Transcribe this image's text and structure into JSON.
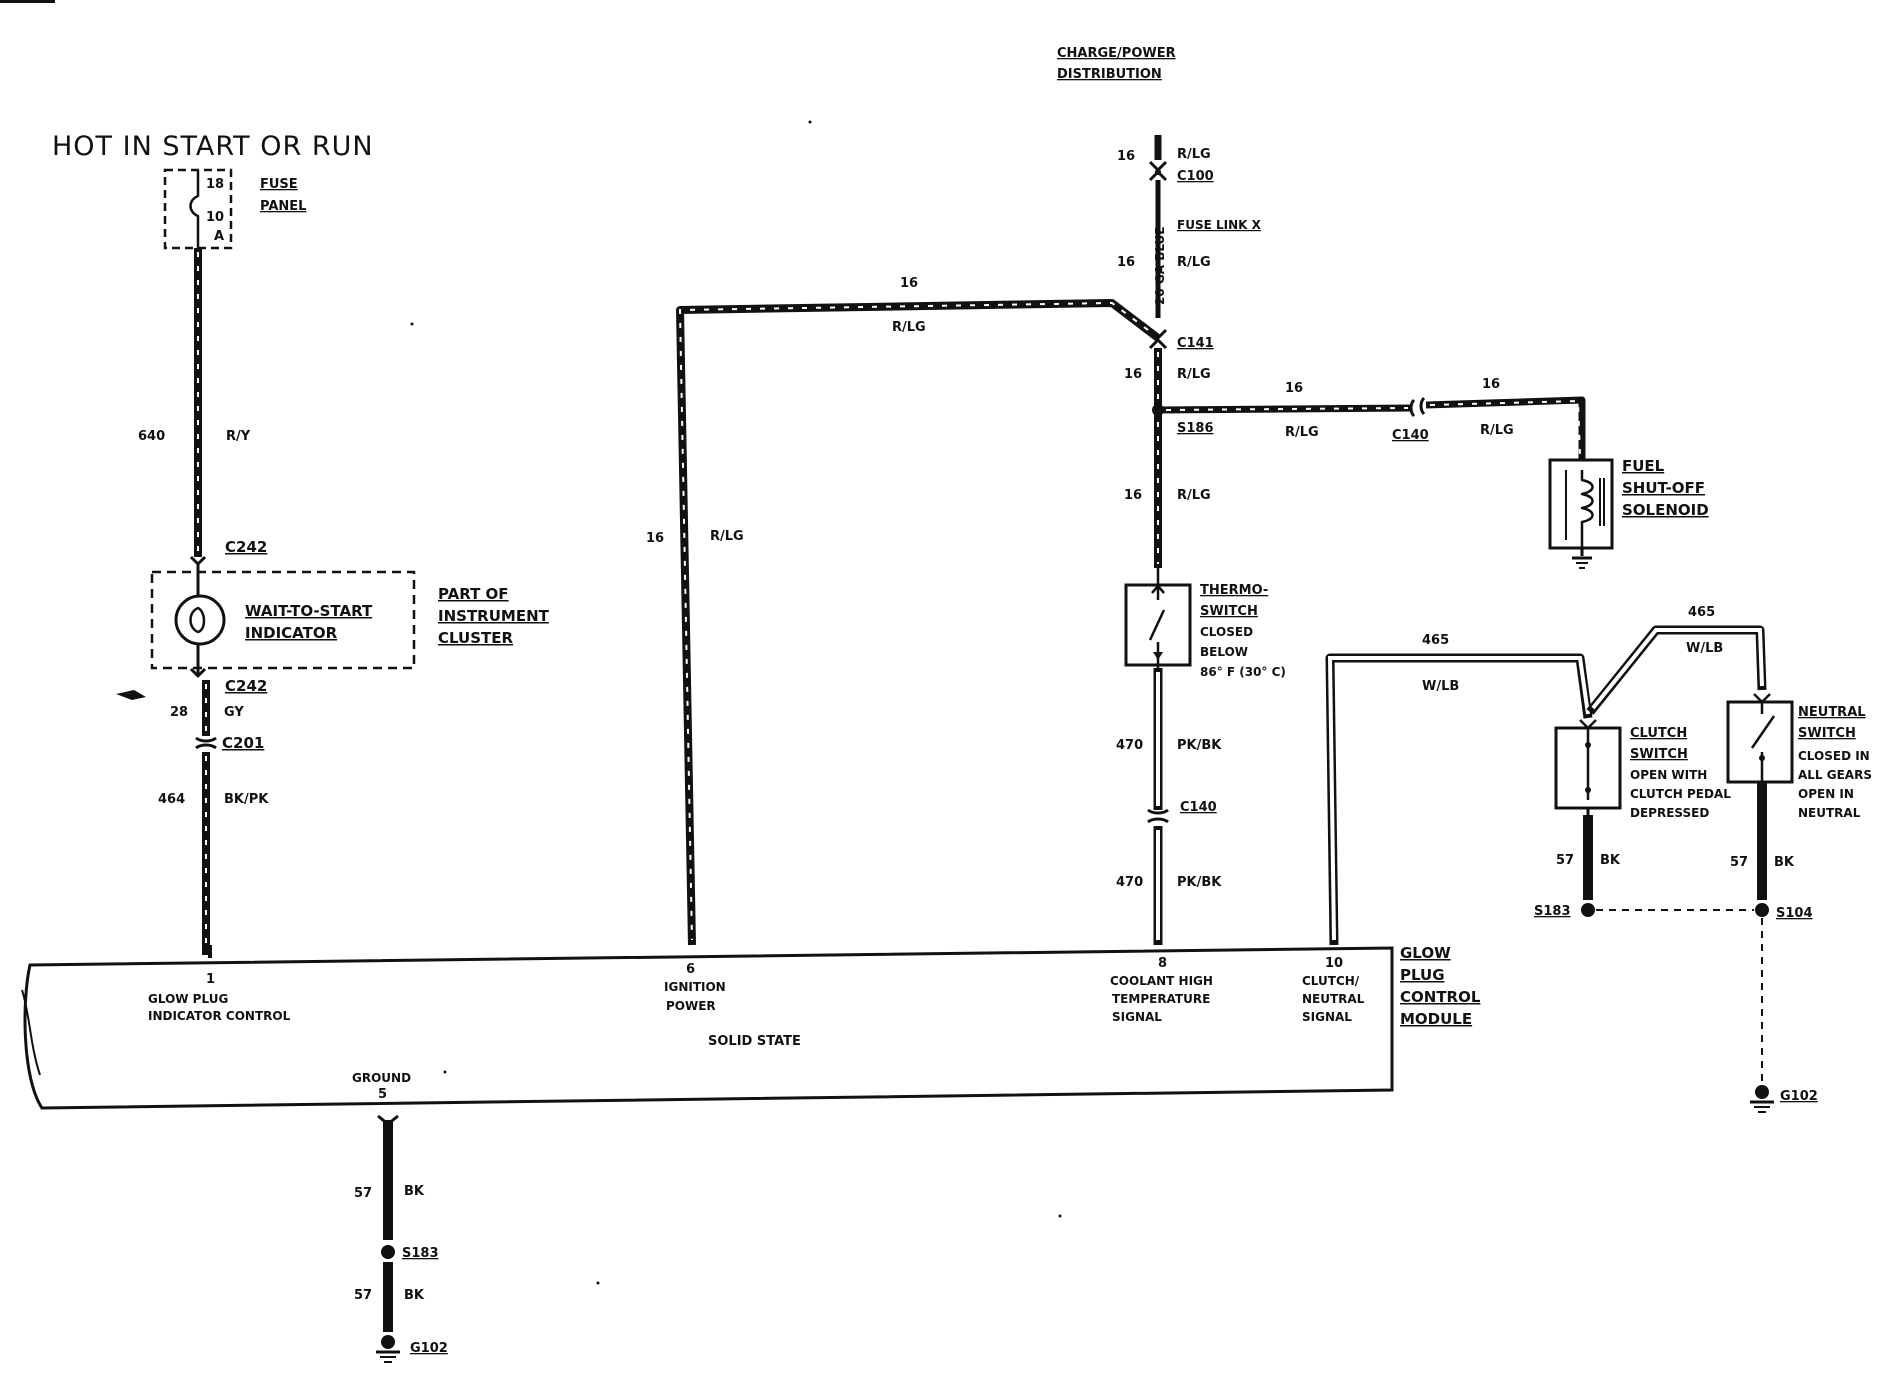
{
  "title": "HOT IN START OR RUN",
  "charge_power": [
    "CHARGE/POWER",
    "DISTRIBUTION"
  ],
  "fuse": {
    "circuit": "18",
    "rating": "10",
    "unit": "A",
    "label": [
      "FUSE",
      "PANEL"
    ]
  },
  "left_circuit": {
    "wire1_num": "640",
    "wire1_color": "R/Y",
    "conn_top": "C242",
    "indicator": [
      "WAIT-TO-START",
      "INDICATOR"
    ],
    "cluster": [
      "PART OF",
      "INSTRUMENT",
      "CLUSTER"
    ],
    "conn_bottom": "C242",
    "wire2_num": "28",
    "wire2_color": "GY",
    "conn_c201": "C201",
    "wire3_num": "464",
    "wire3_color": "BK/PK"
  },
  "power_feed": {
    "w1_num": "16",
    "w1_color": "R/LG",
    "c100": "C100",
    "fuse_link": "FUSE LINK X",
    "link_gauge": "20 GA BLUE",
    "w2_num": "16",
    "w2_color": "R/LG",
    "c141": "C141",
    "w3_num": "16",
    "w3_color": "R/LG",
    "s186": "S186",
    "w4_num": "16",
    "w4_color": "R/LG",
    "top_num": "16",
    "top_color": "R/LG",
    "ign_num": "16",
    "ign_color": "R/LG"
  },
  "solenoid_branch": {
    "a_num": "16",
    "a_color": "R/LG",
    "c140": "C140",
    "b_num": "16",
    "b_color": "R/LG",
    "label": [
      "FUEL",
      "SHUT-OFF",
      "SOLENOID"
    ]
  },
  "thermo": {
    "label": [
      "THERMO-",
      "SWITCH"
    ],
    "desc": [
      "CLOSED",
      "BELOW",
      "86° F (30° C)"
    ],
    "w1_num": "470",
    "w1_color": "PK/BK",
    "c140": "C140",
    "w2_num": "470",
    "w2_color": "PK/BK"
  },
  "clutch_neutral": {
    "a_num": "465",
    "a_color": "W/LB",
    "b_num": "465",
    "b_color": "W/LB",
    "clutch_label": [
      "CLUTCH",
      "SWITCH"
    ],
    "clutch_desc": [
      "OPEN WITH",
      "CLUTCH PEDAL",
      "DEPRESSED"
    ],
    "neutral_label": [
      "NEUTRAL",
      "SWITCH"
    ],
    "neutral_desc": [
      "CLOSED IN",
      "ALL GEARS",
      "OPEN IN",
      "NEUTRAL"
    ],
    "c_num": "57",
    "c_color": "BK",
    "s183": "S183",
    "n_num": "57",
    "n_color": "BK",
    "s104": "S104",
    "g102": "G102"
  },
  "module": {
    "pin1_num": "1",
    "pin1_label": [
      "GLOW PLUG",
      "INDICATOR CONTROL"
    ],
    "pin6_num": "6",
    "pin6_label": [
      "IGNITION",
      "POWER"
    ],
    "pin8_num": "8",
    "pin8_label": [
      "COOLANT HIGH",
      "TEMPERATURE",
      "SIGNAL"
    ],
    "pin10_num": "10",
    "pin10_label": [
      "CLUTCH/",
      "NEUTRAL",
      "SIGNAL"
    ],
    "name": [
      "GLOW",
      "PLUG",
      "CONTROL",
      "MODULE"
    ],
    "solid_state": "SOLID STATE",
    "ground_label": "GROUND",
    "ground_pin": "5"
  },
  "ground_circuit": {
    "w1_num": "57",
    "w1_color": "BK",
    "s183": "S183",
    "w2_num": "57",
    "w2_color": "BK",
    "g102": "G102"
  }
}
